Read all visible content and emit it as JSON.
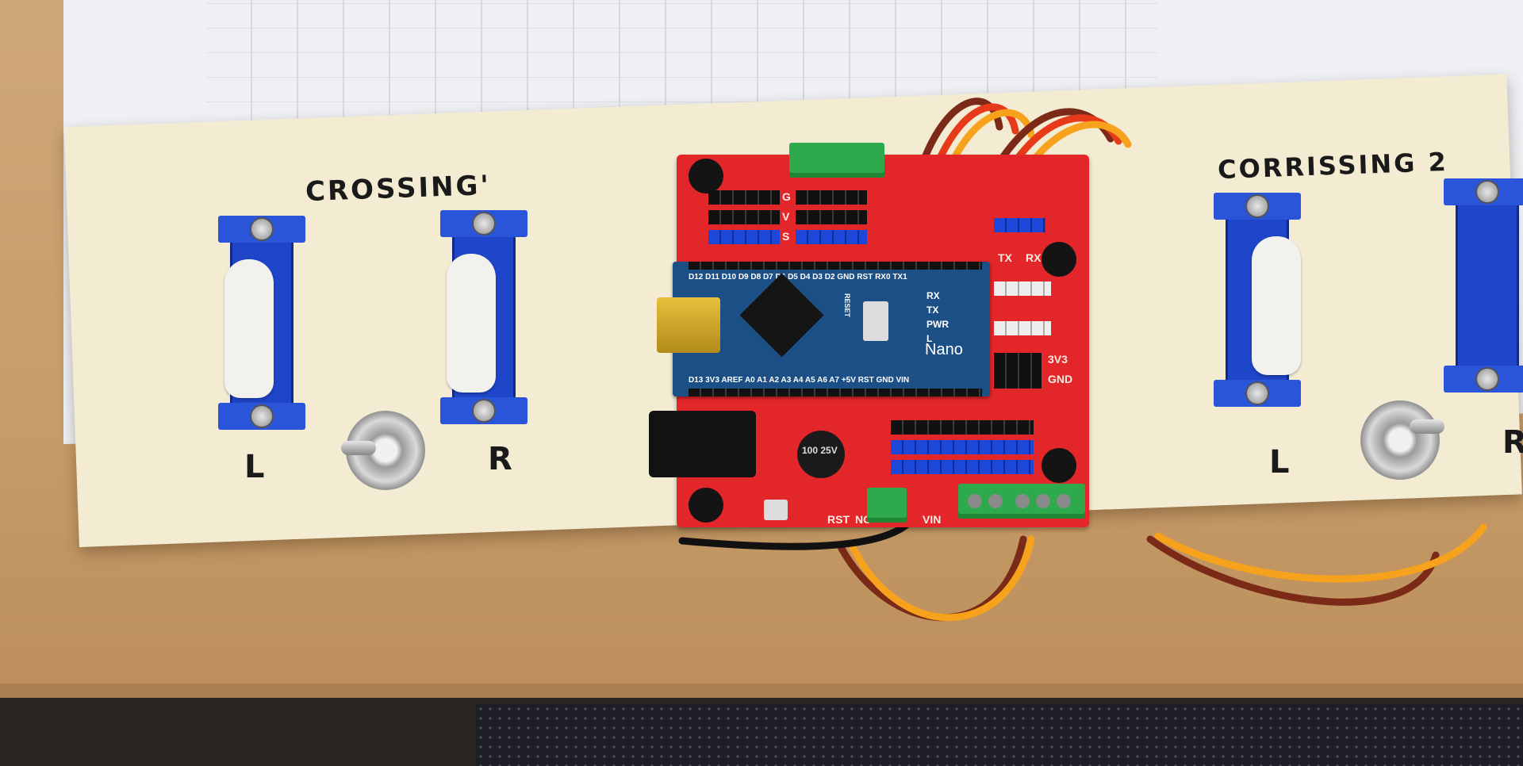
{
  "board_labels": {
    "crossing_left_title": "CROSSING'",
    "crossing_right_title": "CORRISSING 2",
    "left_servo_left": "L",
    "left_servo_right": "R",
    "right_servo_left": "L",
    "right_servo_right": "R"
  },
  "shield_silkscreen": {
    "header_g": "G",
    "header_v": "V",
    "header_s": "S",
    "tx": "TX",
    "rx": "RX",
    "v3": "3V3",
    "gnd": "GND",
    "rst": "RST",
    "nc": "NC",
    "vin": "VIN"
  },
  "nano_silkscreen": {
    "name": "Nano",
    "reset": "RESET",
    "top_pins": "D12 D11 D10 D9 D8 D7 D6 D5 D4 D3 D2 GND RST RX0 TX1",
    "bottom_pins": "D13 3V3 AREF A0 A1 A2 A3 A4 A5 A6 A7 +5V RST GND VIN",
    "led_rx": "RX",
    "led_tx": "TX",
    "led_pwr": "PWR",
    "led_l": "L"
  },
  "capacitor": {
    "label": "100 25V"
  },
  "colors": {
    "shield_red": "#e3262a",
    "nano_blue": "#1b4f86",
    "servo_blue": "#1f45c8",
    "terminal_green": "#2eaa4d",
    "wood_board": "#f3ecd3"
  }
}
